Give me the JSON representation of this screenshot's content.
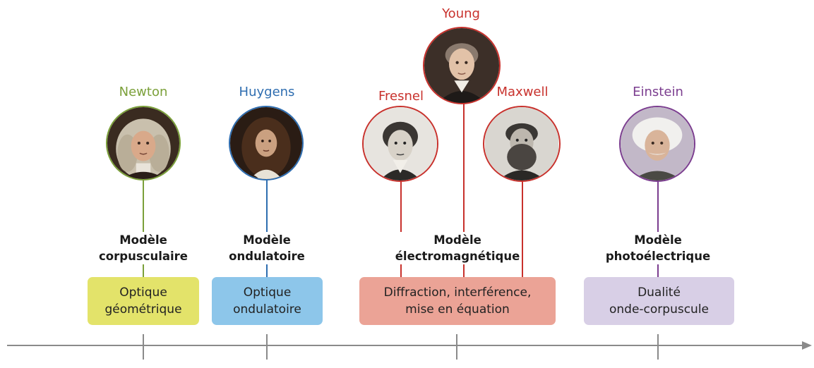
{
  "scientists": {
    "newton": {
      "name": "Newton",
      "color": "#7ba03a",
      "portrait_icon": "newton-portrait"
    },
    "huygens": {
      "name": "Huygens",
      "color": "#2e6db0",
      "portrait_icon": "huygens-portrait"
    },
    "fresnel": {
      "name": "Fresnel",
      "color": "#c8312c",
      "portrait_icon": "fresnel-portrait"
    },
    "young": {
      "name": "Young",
      "color": "#c8312c",
      "portrait_icon": "young-portrait"
    },
    "maxwell": {
      "name": "Maxwell",
      "color": "#c8312c",
      "portrait_icon": "maxwell-portrait"
    },
    "einstein": {
      "name": "Einstein",
      "color": "#7b3d8f",
      "portrait_icon": "einstein-portrait"
    }
  },
  "models": {
    "corpuscular": {
      "line1": "Modèle",
      "line2": "corpusculaire"
    },
    "wave": {
      "line1": "Modèle",
      "line2": "ondulatoire"
    },
    "electromagnetic": {
      "line1": "Modèle",
      "line2": "électromagnétique"
    },
    "photoelectric": {
      "line1": "Modèle",
      "line2": "photoélectrique"
    }
  },
  "boxes": {
    "geometric_optics": {
      "line1": "Optique",
      "line2": "géométrique",
      "color": "#e3e36a"
    },
    "wave_optics": {
      "line1": "Optique",
      "line2": "ondulatoire",
      "color": "#8dc6ea"
    },
    "diffraction": {
      "line1": "Diffraction, interférence,",
      "line2": "mise en équation",
      "color": "#eba396"
    },
    "duality": {
      "line1": "Dualité",
      "line2": "onde-corpuscule",
      "color": "#d8cfe6"
    }
  },
  "axis_color": "#8a8a8a"
}
